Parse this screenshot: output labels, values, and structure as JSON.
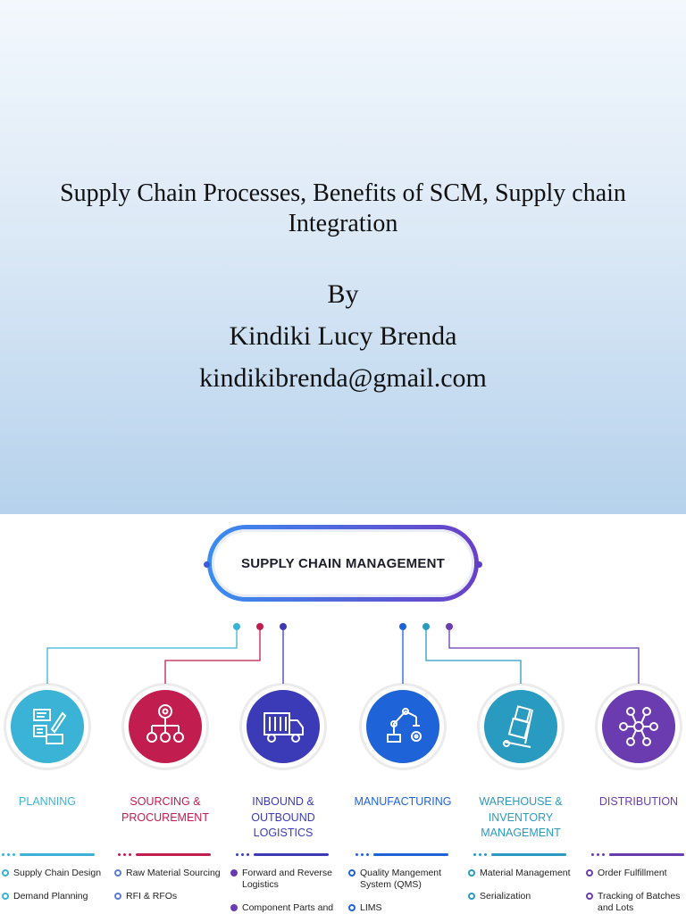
{
  "slide": {
    "title": "Supply Chain Processes, Benefits of SCM, Supply chain Integration",
    "by_label": "By",
    "author": "Kindiki Lucy Brenda",
    "email": "kindikibrenda@gmail.com"
  },
  "infographic": {
    "header": "SUPPLY CHAIN MANAGEMENT",
    "categories": [
      {
        "label": "PLANNING",
        "color": "#3bb3d6",
        "icon": "planning-document-icon",
        "items": [
          "Supply Chain Design",
          "Demand Planning"
        ]
      },
      {
        "label": "SOURCING & PROCUREMENT",
        "color": "#c21d4f",
        "icon": "hierarchy-icon",
        "items": [
          "Raw Material Sourcing",
          "RFI & RFOs"
        ]
      },
      {
        "label": "INBOUND & OUTBOUND LOGISTICS",
        "color": "#3b3bb8",
        "icon": "truck-icon",
        "items": [
          "Forward and Reverse Logistics",
          "Component Parts and"
        ]
      },
      {
        "label": "MANUFACTURING",
        "color": "#1e63d8",
        "icon": "robot-arm-icon",
        "items": [
          "Quality Mangement System (QMS)",
          "LIMS"
        ]
      },
      {
        "label": "WAREHOUSE & INVENTORY MANAGEMENT",
        "color": "#2a9bc0",
        "icon": "hand-truck-icon",
        "items": [
          "Material Management",
          "Serialization"
        ]
      },
      {
        "label": "DISTRIBUTION",
        "color": "#6a3cb0",
        "icon": "network-nodes-icon",
        "items": [
          "Order Fulfillment",
          "Tracking of Batches and Lots"
        ]
      }
    ]
  }
}
